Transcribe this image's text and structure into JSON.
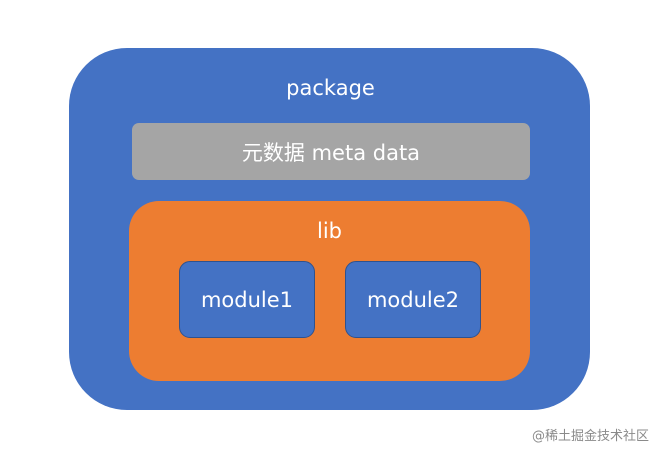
{
  "package": {
    "label": "package"
  },
  "metadata": {
    "label": "元数据 meta data"
  },
  "lib": {
    "label": "lib",
    "modules": [
      {
        "label": "module1"
      },
      {
        "label": "module2"
      }
    ]
  },
  "watermark": "@稀土掘金技术社区",
  "colors": {
    "package": "#4472c4",
    "metadata": "#a5a5a5",
    "lib": "#ed7d31",
    "module": "#4472c4",
    "module_border": "#2f528f"
  }
}
